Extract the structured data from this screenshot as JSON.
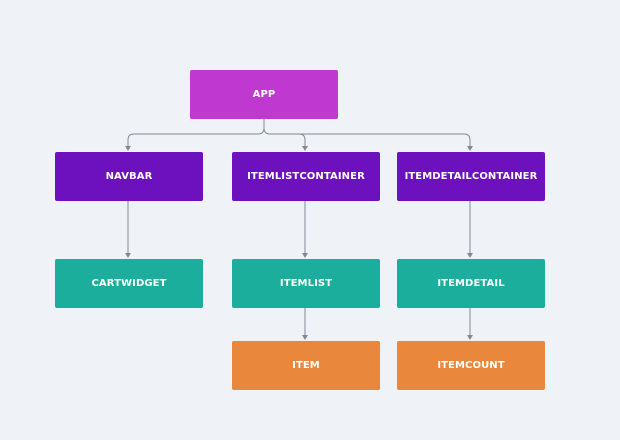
{
  "diagram": {
    "colors": {
      "background": "#eff3f7",
      "root": "#bf38cf",
      "level1": "#6d11bf",
      "level2": "#1bae9c",
      "level3": "#e9873c",
      "connector": "#7f8a96"
    },
    "nodes": {
      "app": "APP",
      "navbar": "NAVBAR",
      "itemlistcontainer": "ITEMLISTCONTAINER",
      "itemdetailcontainer": "ITEMDETAILCONTAINER",
      "cartwidget": "CARTWIDGET",
      "itemlist": "ITEMLIST",
      "itemdetail": "ITEMDETAIL",
      "item": "ITEM",
      "itemcount": "ITEMCOUNT"
    },
    "edges": [
      [
        "app",
        "navbar"
      ],
      [
        "app",
        "itemlistcontainer"
      ],
      [
        "app",
        "itemdetailcontainer"
      ],
      [
        "navbar",
        "cartwidget"
      ],
      [
        "itemlistcontainer",
        "itemlist"
      ],
      [
        "itemdetailcontainer",
        "itemdetail"
      ],
      [
        "itemlist",
        "item"
      ],
      [
        "itemdetail",
        "itemcount"
      ]
    ]
  }
}
